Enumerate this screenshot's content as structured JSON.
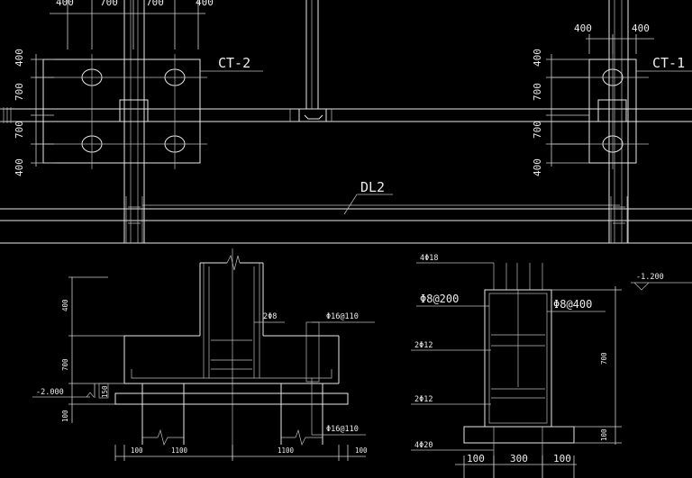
{
  "plan": {
    "top_dims": [
      "400",
      "700",
      "700",
      "400"
    ],
    "top_right_dims": [
      "400",
      "400"
    ],
    "left_side_dims": [
      "400",
      "700",
      "700",
      "400"
    ],
    "right_side_dims": [
      "400",
      "700",
      "700",
      "400"
    ],
    "label_ct2": "CT-2",
    "label_ct1": "CT-1",
    "label_dl2": "DL2"
  },
  "pile_cap_section": {
    "rebar_2phi8": "2Φ8",
    "stirrup_top": "Φ16@110",
    "stirrup_bottom": "Φ16@110",
    "elev": "-2.000",
    "left_dims": [
      "400",
      "700",
      "100"
    ],
    "small_dim": "150",
    "bottom_dims": [
      "100",
      "1100",
      "1100",
      "100"
    ]
  },
  "beam_section": {
    "rebar_top": "4Φ18",
    "stirrup_left": "Φ8@200",
    "stirrup_right": "Φ8@400",
    "side_bars_1": "2Φ12",
    "side_bars_2": "2Φ12",
    "rebar_bottom": "4Φ20",
    "elev": "-1.200",
    "right_dims": [
      "700",
      "100"
    ],
    "bottom_dims": [
      "100",
      "300",
      "100"
    ]
  }
}
